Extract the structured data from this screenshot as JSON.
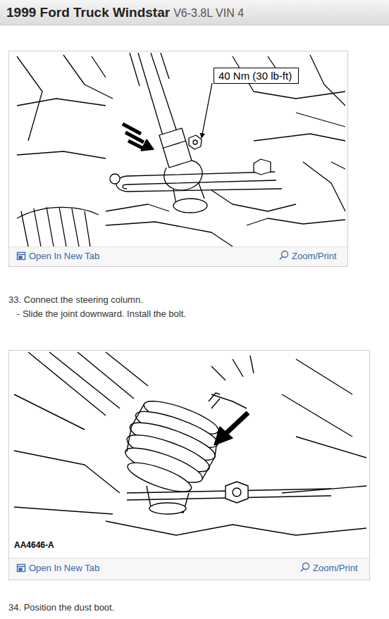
{
  "diagram": {
    "title": "1999 Ford Truck Windstar",
    "nodes": [
      {
        "text": [
          "40 Nm (30 lb-ft)"
        ]
      }
    ],
    "labels": [
      "V6-3.8L VIN 4",
      "Open In New Tab",
      "Zoom/Print",
      "33. Connect the steering column.",
      "- Slide the joint downward. Install the bolt.",
      "AA4646-A",
      "Open In New Tab",
      "Zoom/Print",
      "34. Position the dust boot."
    ]
  }
}
